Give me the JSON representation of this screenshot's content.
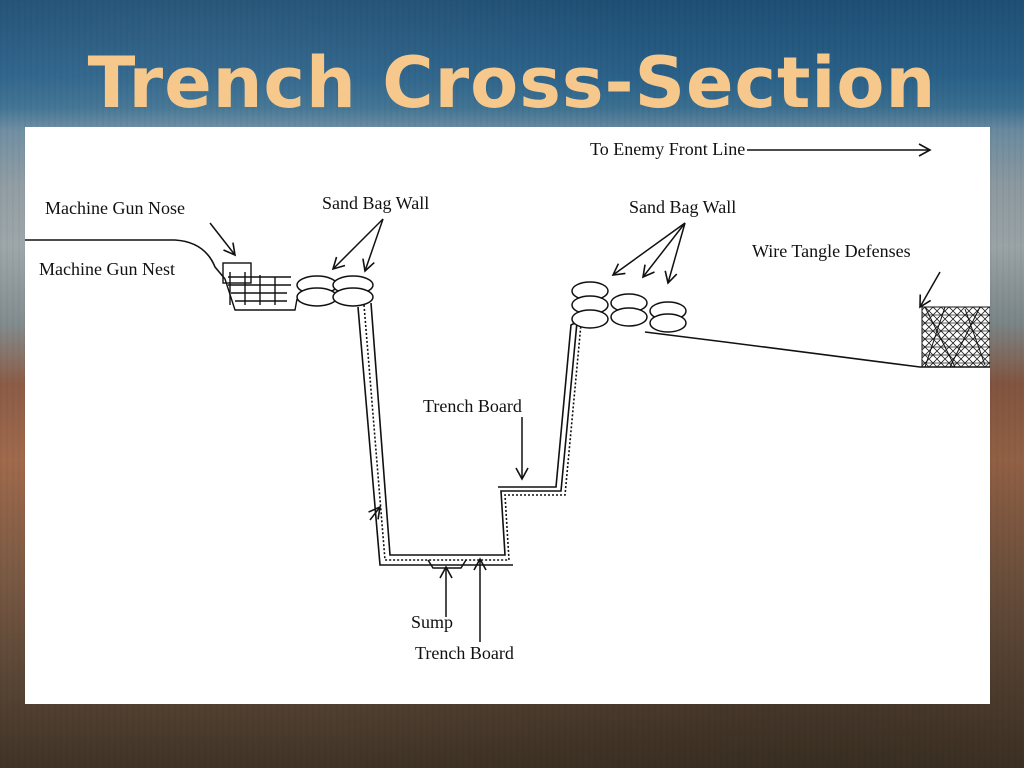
{
  "title": "Trench Cross-Section",
  "diagram": {
    "labels": {
      "enemy_front_line": "To Enemy Front Line",
      "machine_gun_nose": "Machine Gun Nose",
      "machine_gun_nest": "Machine Gun Nest",
      "sand_bag_wall_left": "Sand Bag Wall",
      "sand_bag_wall_right": "Sand Bag Wall",
      "wire_tangle_defenses": "Wire Tangle Defenses",
      "trench_board_step": "Trench Board",
      "sump": "Sump",
      "trench_board_floor": "Trench Board"
    }
  }
}
